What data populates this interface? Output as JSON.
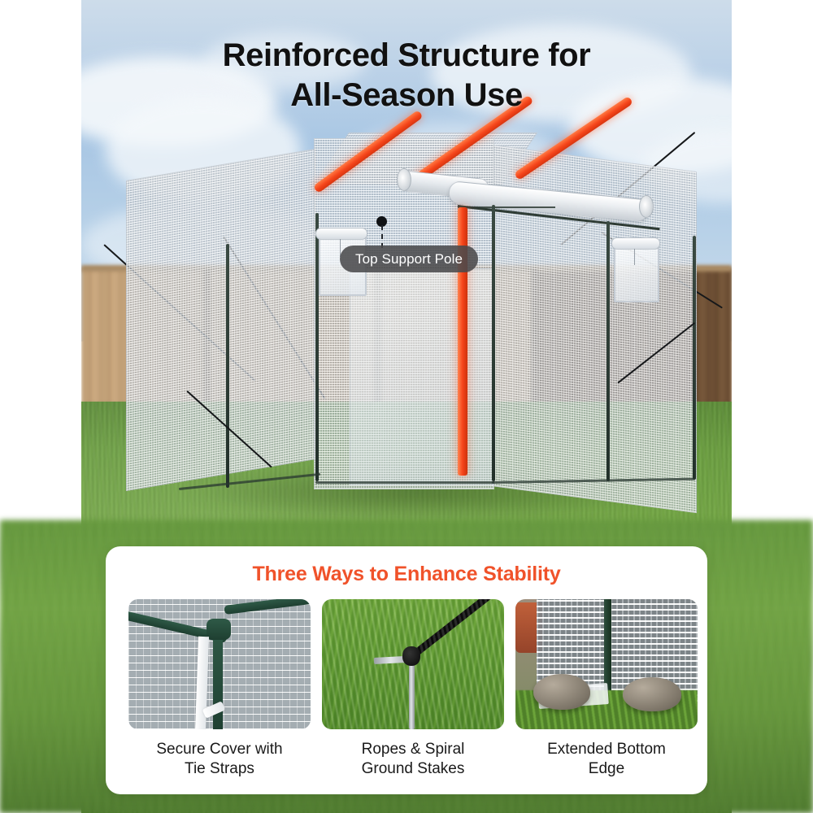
{
  "headline": {
    "line1": "Reinforced Structure for",
    "line2": "All-Season Use"
  },
  "hero": {
    "callout": {
      "label": "Top Support Pole",
      "pill_bg": "#4A4A4C",
      "pill_text_color": "#FFFFFF",
      "marker": "callout-dot",
      "leader_style": "dashed"
    },
    "scene": {
      "product": "walk-in greenhouse with white mesh cover",
      "background": "backyard lawn with wooden privacy fence and blue cloudy sky",
      "highlight_color": "#F5451A"
    }
  },
  "card": {
    "title": "Three Ways to Enhance Stability",
    "title_color": "#F0522A",
    "features": [
      {
        "caption_line1": "Secure Cover with",
        "caption_line2": "Tie Straps",
        "image_alt": "green corner joint with white mesh cover and tie strap"
      },
      {
        "caption_line1": "Ropes & Spiral",
        "caption_line2": "Ground Stakes",
        "image_alt": "metal ground stake in grass with black rope tied to it"
      },
      {
        "caption_line1": "Extended Bottom",
        "caption_line2": "Edge",
        "image_alt": "rocks weighing down extended mesh bottom edge on grass"
      }
    ]
  }
}
